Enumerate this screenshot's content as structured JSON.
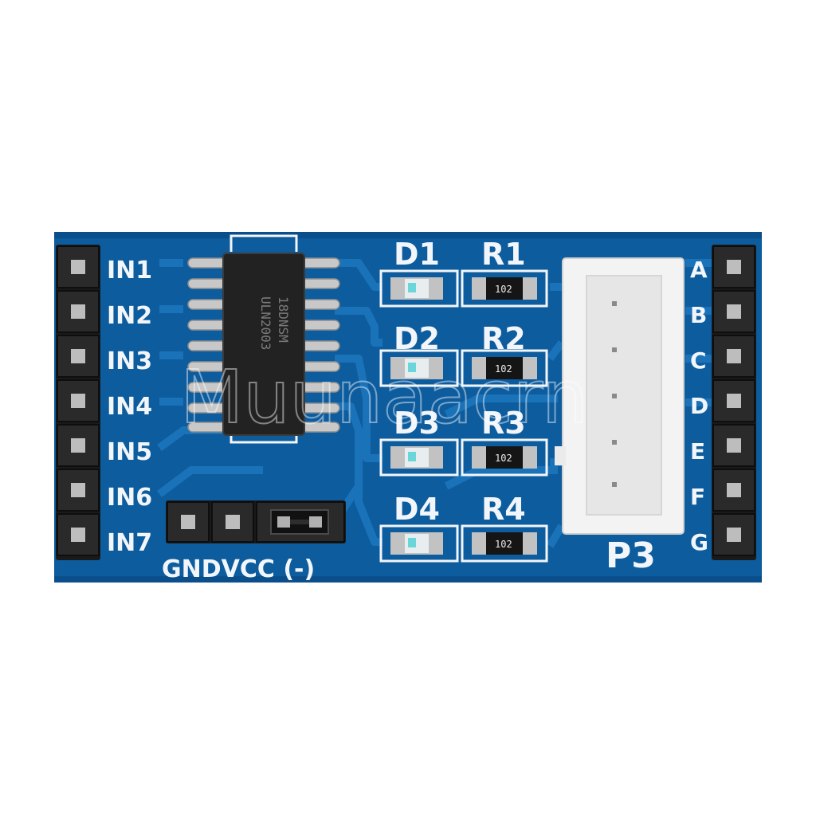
{
  "board": {
    "input_labels": [
      "IN1",
      "IN2",
      "IN3",
      "IN4",
      "IN5",
      "IN6",
      "IN7"
    ],
    "output_labels": [
      "A",
      "B",
      "C",
      "D",
      "E",
      "F",
      "G"
    ],
    "power_label": "GNDVCC (-)",
    "connector_label": "P3",
    "chip_marking_line1": "18DNSM",
    "chip_marking_line2": "ULN2003",
    "leds": [
      "D1",
      "D2",
      "D3",
      "D4"
    ],
    "resistors": [
      "R1",
      "R2",
      "R3",
      "R4"
    ],
    "resistor_code": "102",
    "watermark": "Muunaacrn"
  },
  "colors": {
    "pcb": "#0d5c9e",
    "pcb_edge": "#0a4f8c",
    "trace": "#1a72b8",
    "silkscreen": "#f2f6fb",
    "header": "#1a1a1a",
    "pad": "#c9c9c9",
    "chip": "#222222",
    "connector": "#f3f3f3"
  }
}
